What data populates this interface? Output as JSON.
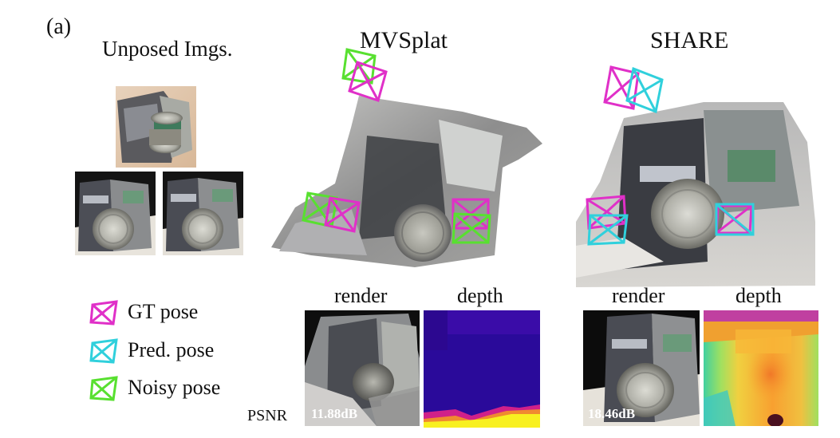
{
  "figure": {
    "panel_label": "(a)",
    "input_title": "Unposed Imgs.",
    "methods": [
      {
        "name": "MVSplat",
        "render_label": "render",
        "depth_label": "depth",
        "psnr": "11.88dB"
      },
      {
        "name": "SHARE",
        "render_label": "render",
        "depth_label": "depth",
        "psnr": "18.46dB"
      }
    ],
    "psnr_label": "PSNR",
    "legend": [
      {
        "label": "GT pose",
        "color": "#e030c8",
        "icon": "gt-pose-camera-icon"
      },
      {
        "label": "Pred. pose",
        "color": "#30d0dc",
        "icon": "pred-pose-camera-icon"
      },
      {
        "label": "Noisy pose",
        "color": "#58e030",
        "icon": "noisy-pose-camera-icon"
      }
    ]
  }
}
